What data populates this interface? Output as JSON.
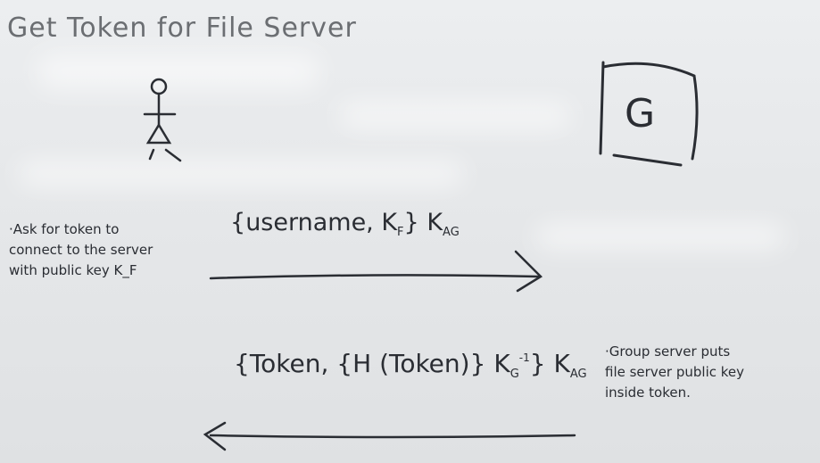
{
  "title": "Get Token for File Server",
  "actors": {
    "user_glyph": "stick-figure-icon",
    "group_server_label": "G"
  },
  "left_note": {
    "lines": [
      "·Ask for token to",
      "connect to the server",
      "with public key K_F"
    ]
  },
  "right_note": {
    "lines": [
      "·Group server puts",
      "file server public key",
      "inside token."
    ]
  },
  "message1": {
    "open": "{",
    "text": "username, K",
    "sub1": "F",
    "close": "}",
    "key": "K",
    "key_sub": "AG"
  },
  "message2": {
    "open": "{",
    "text": "Token, {H (Token)}",
    "key": "K",
    "key_sub": "G",
    "key_sup": "-1",
    "close": "}",
    "outer_key": "K",
    "outer_sub": "AG"
  },
  "colors": {
    "ink": "#2a2d33",
    "board": "#e6e8ea"
  }
}
